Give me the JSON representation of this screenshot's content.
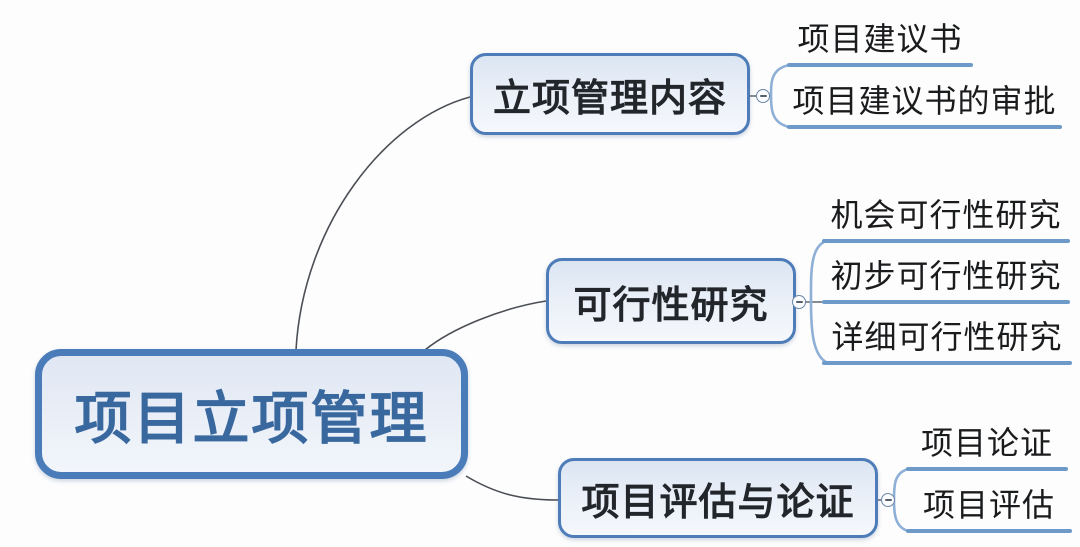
{
  "root": {
    "label": "项目立项管理"
  },
  "branches": [
    {
      "label": "立项管理内容",
      "children": [
        {
          "label": "项目建议书"
        },
        {
          "label": "项目建议书的审批"
        }
      ]
    },
    {
      "label": "可行性研究",
      "children": [
        {
          "label": "机会可行性研究"
        },
        {
          "label": "初步可行性研究"
        },
        {
          "label": "详细可行性研究"
        }
      ]
    },
    {
      "label": "项目评估与论证",
      "children": [
        {
          "label": "项目论证"
        },
        {
          "label": "项目评估"
        }
      ]
    }
  ],
  "icons": {
    "collapse": "minus-circle"
  },
  "colors": {
    "node_border": "#4d7cb8",
    "node_fill_top": "#dbe5f2",
    "node_fill_bottom": "#f5f8fc",
    "root_text": "#39689f",
    "branch_text": "#22262b",
    "child_text": "#1a1b1d",
    "underline": "#6d9ac9",
    "connector": "#4b4f55",
    "bracket": "#8fb0d6"
  }
}
